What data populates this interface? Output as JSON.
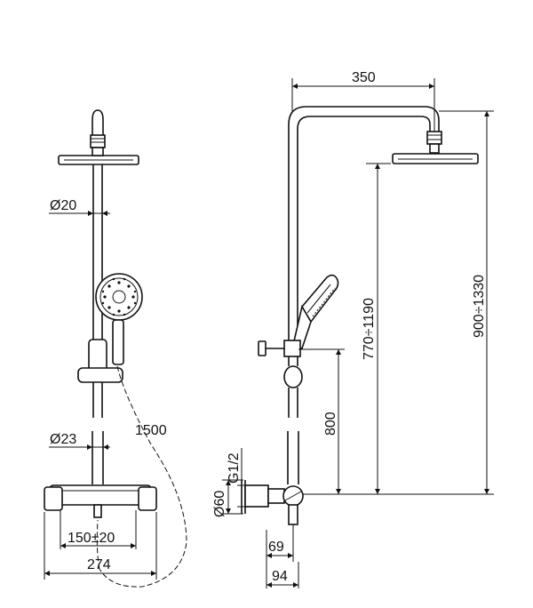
{
  "dimensions": {
    "head_width": "350",
    "overall_height": "900÷1330",
    "head_height": "770÷1190",
    "outlet_height": "800",
    "pipe_diameter": "Ø20",
    "lower_pipe_diameter": "Ø23",
    "hose_length": "1500",
    "connection_spacing": "150±20",
    "mixer_width": "274",
    "thread": "G1/2",
    "escutcheon_diameter": "Ø60",
    "wall_offset_a": "69",
    "wall_offset_b": "94"
  }
}
